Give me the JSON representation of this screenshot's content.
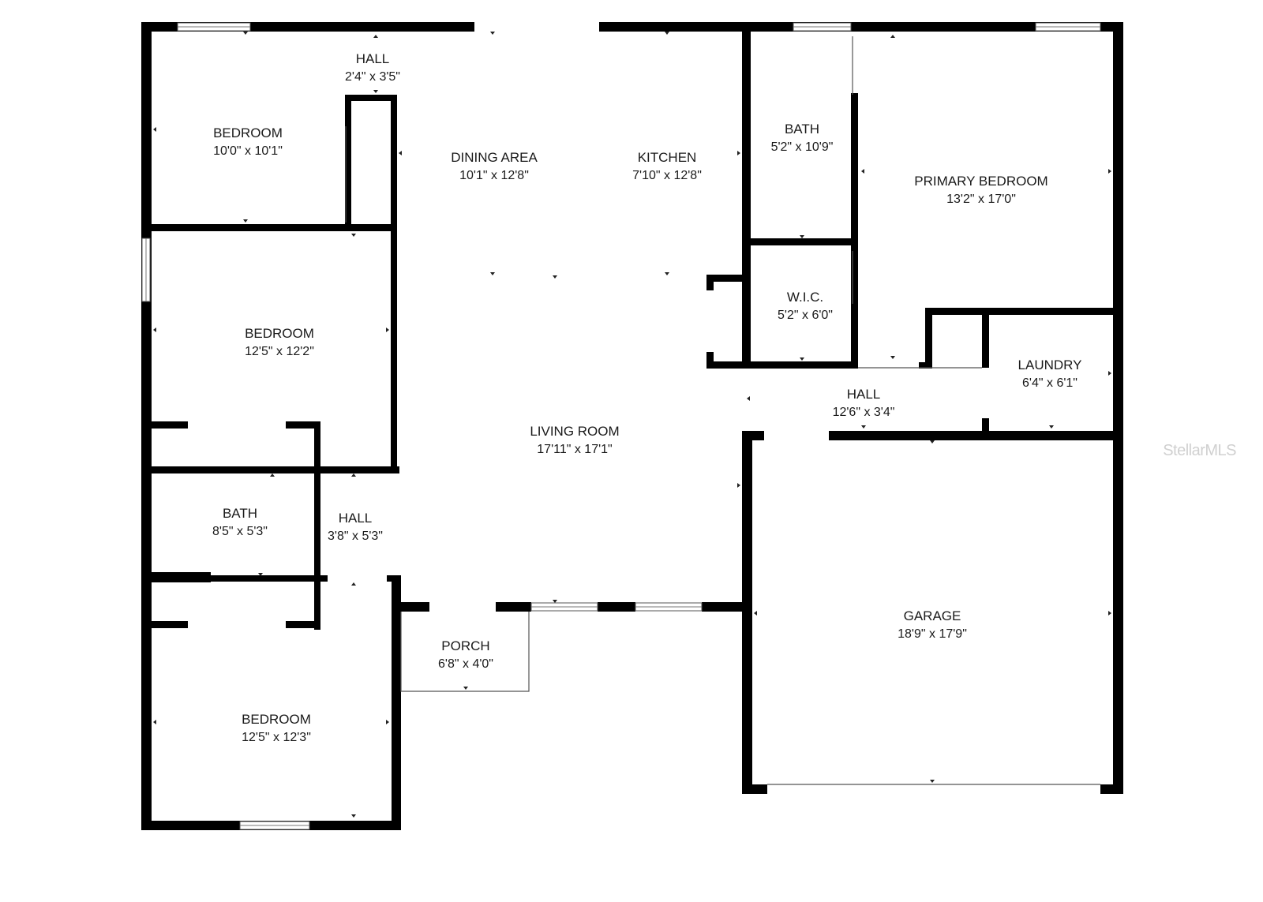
{
  "watermark": "StellarMLS",
  "rooms": [
    {
      "key": "bedroom-1",
      "name": "BEDROOM",
      "dims": "10'0\" x 10'1\""
    },
    {
      "key": "hall-1",
      "name": "HALL",
      "dims": "2'4\" x 3'5\""
    },
    {
      "key": "dining-area",
      "name": "DINING AREA",
      "dims": "10'1\" x 12'8\""
    },
    {
      "key": "kitchen",
      "name": "KITCHEN",
      "dims": "7'10\" x 12'8\""
    },
    {
      "key": "bath-primary",
      "name": "BATH",
      "dims": "5'2\" x 10'9\""
    },
    {
      "key": "primary-bedroom",
      "name": "PRIMARY BEDROOM",
      "dims": "13'2\" x 17'0\""
    },
    {
      "key": "bedroom-2",
      "name": "BEDROOM",
      "dims": "12'5\" x 12'2\""
    },
    {
      "key": "wic",
      "name": "W.I.C.",
      "dims": "5'2\" x 6'0\""
    },
    {
      "key": "laundry",
      "name": "LAUNDRY",
      "dims": "6'4\" x 6'1\""
    },
    {
      "key": "hall-2",
      "name": "HALL",
      "dims": "12'6\" x 3'4\""
    },
    {
      "key": "living-room",
      "name": "LIVING ROOM",
      "dims": "17'11\" x 17'1\""
    },
    {
      "key": "bath-2",
      "name": "BATH",
      "dims": "8'5\" x 5'3\""
    },
    {
      "key": "hall-3",
      "name": "HALL",
      "dims": "3'8\" x 5'3\""
    },
    {
      "key": "garage",
      "name": "GARAGE",
      "dims": "18'9\" x 17'9\""
    },
    {
      "key": "porch",
      "name": "PORCH",
      "dims": "6'8\" x 4'0\""
    },
    {
      "key": "bedroom-3",
      "name": "BEDROOM",
      "dims": "12'5\" x 12'3\""
    }
  ]
}
